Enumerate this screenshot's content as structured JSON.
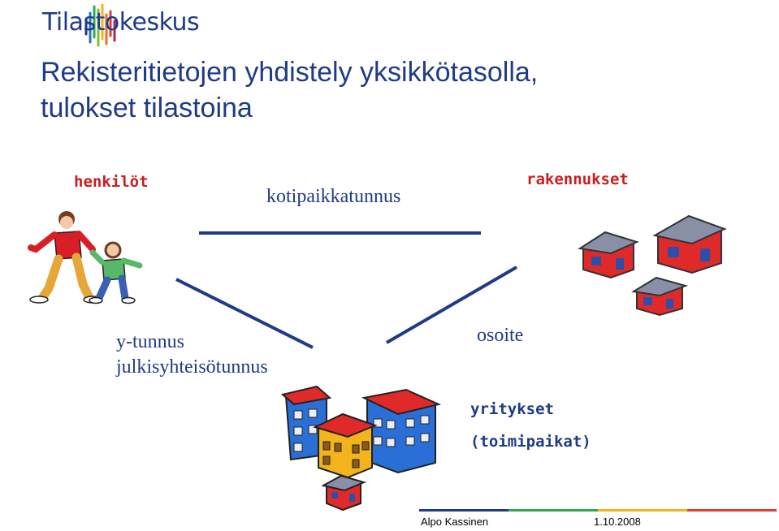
{
  "header": {
    "logo_text": "Tilastokeskus"
  },
  "title": {
    "line1": "Rekisteritietojen yhdistely yksikkötasolla,",
    "line2": "tulokset tilastoina"
  },
  "nodes": {
    "persons": "henkilöt",
    "buildings": "rakennukset",
    "companies": "yritykset",
    "companies_sub": "(toimipaikat)"
  },
  "links": {
    "persons_buildings": "kotipaikkatunnus",
    "persons_companies_1": "y-tunnus",
    "persons_companies_2": "julkisyhteisötunnus",
    "buildings_companies": "osoite"
  },
  "footer": {
    "author": "Alpo Kassinen",
    "date": "1.10.2008"
  },
  "colors": {
    "brand_blue": "#1f3b87",
    "label_red": "#cc1e1e",
    "footer_bar": [
      "#1f3b87",
      "#2fa84f",
      "#f2b31b",
      "#e03c31"
    ]
  }
}
